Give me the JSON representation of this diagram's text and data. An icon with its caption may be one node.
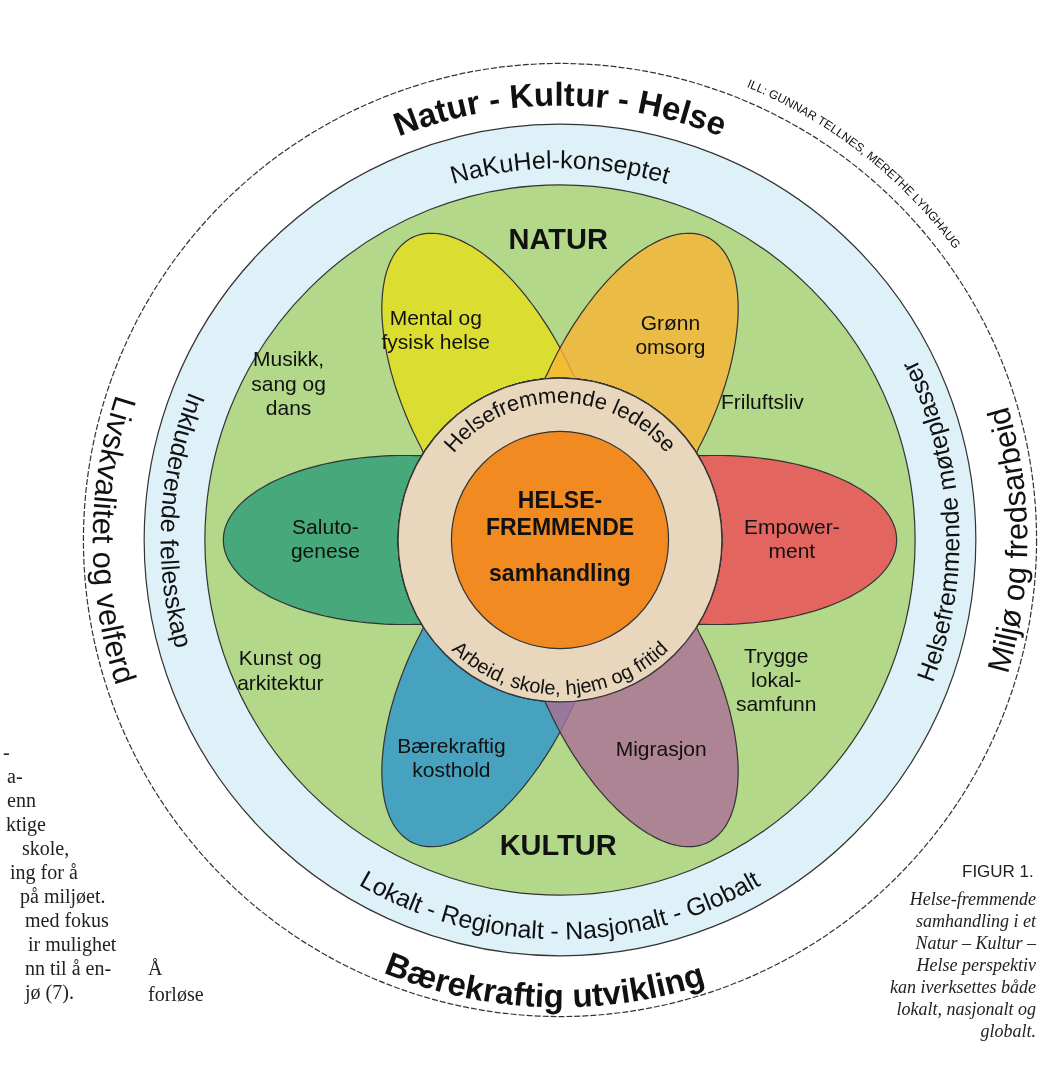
{
  "diagram": {
    "caption": "Helse-fremmende samhandling i et Natur – Kultur – Helse perspektiv kan iverksettes både lokalt, nasjonalt og globalt.",
    "nodes": [
      {
        "text": [
          "Natur - Kultur - Helse",
          "Livskvalitet og velferd",
          "Miljø og fredsarbeid",
          "Bærekraftig utvikling"
        ]
      },
      {
        "text": [
          "NaKuHel-konseptet",
          "Inkluderende fellesskap",
          "Helsefremmende møteplasser",
          "Lokalt - Regionalt - Nasjonalt - Globalt"
        ],
        "in": 0
      },
      {
        "text": [
          "NATUR",
          "Musikk, sang og dans",
          "Friluftsliv",
          "Kunst og arkitektur",
          "Trygge lokal-samfunn",
          "KULTUR"
        ],
        "in": 1
      },
      {
        "text": [
          "Mental og fysisk helse"
        ],
        "in": 2
      },
      {
        "text": [
          "Grønn omsorg"
        ],
        "in": 2
      },
      {
        "text": [
          "Saluto-genese"
        ],
        "in": 2
      },
      {
        "text": [
          "Empower-ment"
        ],
        "in": 2
      },
      {
        "text": [
          "Bærekraftig kosthold"
        ],
        "in": 2
      },
      {
        "text": [
          "Migrasjon"
        ],
        "in": 2
      },
      {
        "text": [
          "Helsefremmende ledelse",
          "Arbeid, skole, hjem og fritid"
        ]
      },
      {
        "text": [
          "HELSE-FREMMENDE",
          "samhandling"
        ],
        "in": 9
      }
    ],
    "labels": [
      "ILL: GUNNAR TELLNES, MERETHE LYNGHAUG",
      "-",
      "a-",
      "enn",
      "ktige",
      "skole,",
      "ing for å",
      "på miljøet.",
      "med fokus",
      "ir mulighet",
      "nn til å en-",
      "jø (7).",
      "Å",
      "forløse",
      "FIGUR 1."
    ]
  }
}
